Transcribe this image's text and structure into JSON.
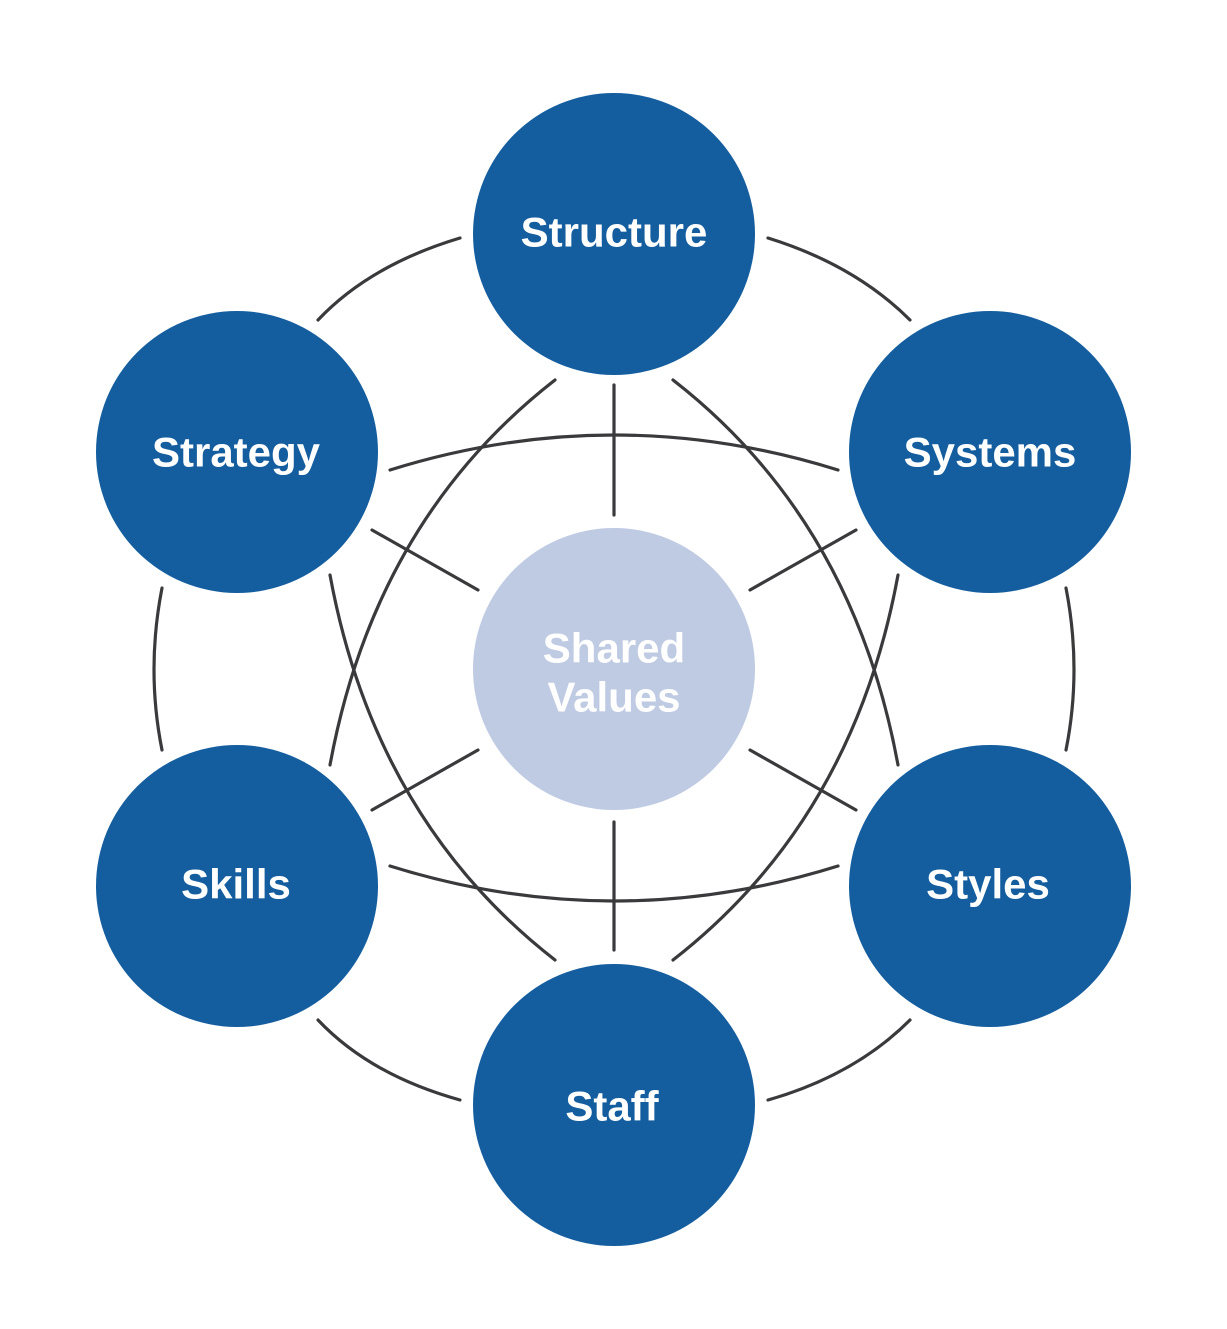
{
  "colors": {
    "outer_node": "#145e9f",
    "outer_text": "#ffffff",
    "center_node": "#bfcae3",
    "center_text": "#ffffff",
    "connector": "#3a3a3c",
    "background": "#ffffff"
  },
  "nodes": {
    "structure": {
      "label": "Structure"
    },
    "systems": {
      "label": "Systems"
    },
    "styles": {
      "label": "Styles"
    },
    "staff": {
      "label": "Staff"
    },
    "skills": {
      "label": "Skills"
    },
    "strategy": {
      "label": "Strategy"
    },
    "shared_values": {
      "label_line1": "Shared",
      "label_line2": "Values"
    }
  }
}
